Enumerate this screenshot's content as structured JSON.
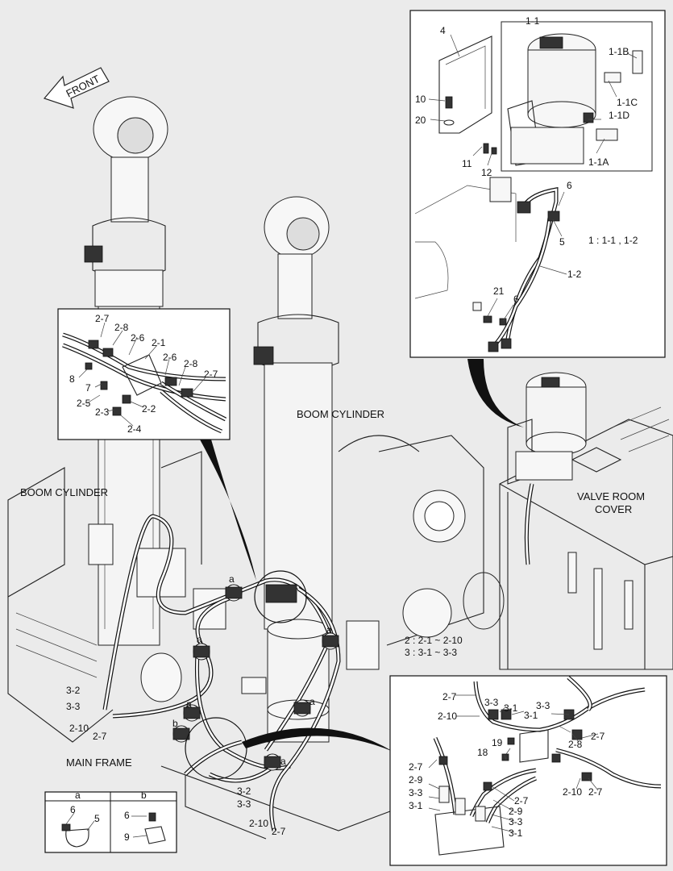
{
  "labels": {
    "front": "FRONT",
    "boom_cylinder_left": "BOOM CYLINDER",
    "boom_cylinder_center": "BOOM CYLINDER",
    "valve_room_cover_line1": "VALVE ROOM",
    "valve_room_cover_line2": "COVER",
    "main_frame": "MAIN FRAME",
    "group_note_1": "1 : 1-1 , 1-2",
    "group_note_2": "2 : 2-1 ~ 2-10",
    "group_note_3": "3 : 3-1 ~ 3-3"
  },
  "inset_pump": {
    "title": "1-1",
    "callouts": [
      "4",
      "1-1B",
      "1-1C",
      "1-1D",
      "1-1A",
      "10",
      "20",
      "11",
      "12",
      "6",
      "5",
      "1-2",
      "21",
      "6"
    ]
  },
  "inset_manifold": {
    "callouts": [
      "2-7",
      "2-8",
      "2-6",
      "2-1",
      "2-6",
      "2-8",
      "2-7",
      "8",
      "7",
      "2-5",
      "2-3",
      "2-2",
      "2-4"
    ]
  },
  "inset_lower": {
    "callouts": [
      "2-7",
      "3-3",
      "3-1",
      "3-3",
      "3-1",
      "2-10",
      "2-8",
      "2-7",
      "19",
      "18",
      "2-7",
      "2-9",
      "3-3",
      "3-1",
      "2-7",
      "2-9",
      "3-3",
      "3-1",
      "2-10",
      "2-7"
    ]
  },
  "main_callouts": [
    "a",
    "a",
    "a",
    "a",
    "a",
    "a",
    "b",
    "3-2",
    "3-3",
    "2-10",
    "2-7",
    "3-2",
    "3-3",
    "2-10",
    "2-7"
  ],
  "detail_a": {
    "title": "a",
    "callouts": [
      "6",
      "5"
    ]
  },
  "detail_b": {
    "title": "b",
    "callouts": [
      "6",
      "9"
    ]
  }
}
